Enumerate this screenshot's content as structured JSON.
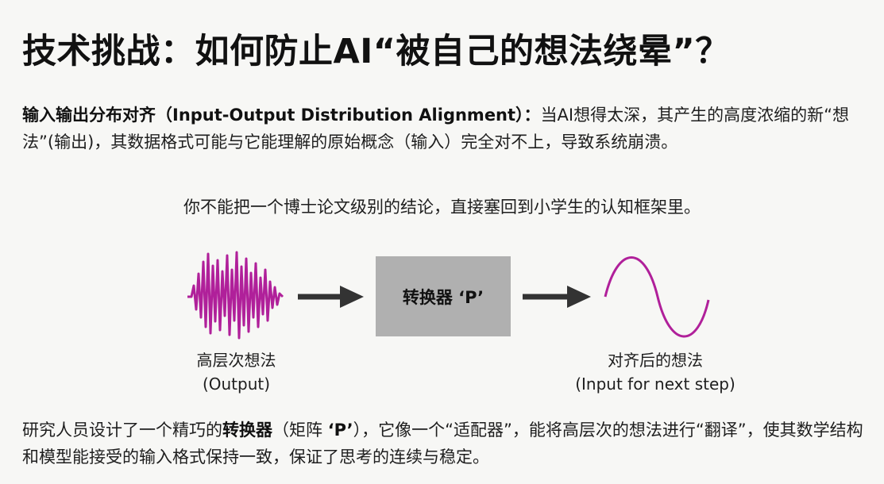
{
  "title": "技术挑战：如何防止AI“被自己的想法绕晕”？",
  "intro": {
    "term": "输入输出分布对齐（Input-Output Distribution Alignment）：",
    "text": "当AI想得太深，其产生的高度浓缩的新“想法”(输出)，其数据格式可能与它能理解的原始概念（输入）完全对不上，导致系统崩溃。"
  },
  "analogy": "你不能把一个博士论文级别的结论，直接塞回到小学生的认知框架里。",
  "diagram": {
    "converter_label": "转换器 ‘P’",
    "left_caption_line1": "高层次想法",
    "left_caption_line2": "(Output)",
    "right_caption_line1": "对齐后的想法",
    "right_caption_line2": "(Input for next step)",
    "signal_color": "#b0209a",
    "arrow_color": "#333333",
    "box_color": "#b0b0b0"
  },
  "conclusion": {
    "part1": "研究人员设计了一个精巧的",
    "bold1": "转换器",
    "part2": "（矩阵 ",
    "bold2": "‘P’",
    "part3": "），它像一个“适配器”，能将高层次的想法进行“翻译”，使其数学结构和模型能接受的输入格式保持一致，保证了思考的连续与稳定。"
  }
}
